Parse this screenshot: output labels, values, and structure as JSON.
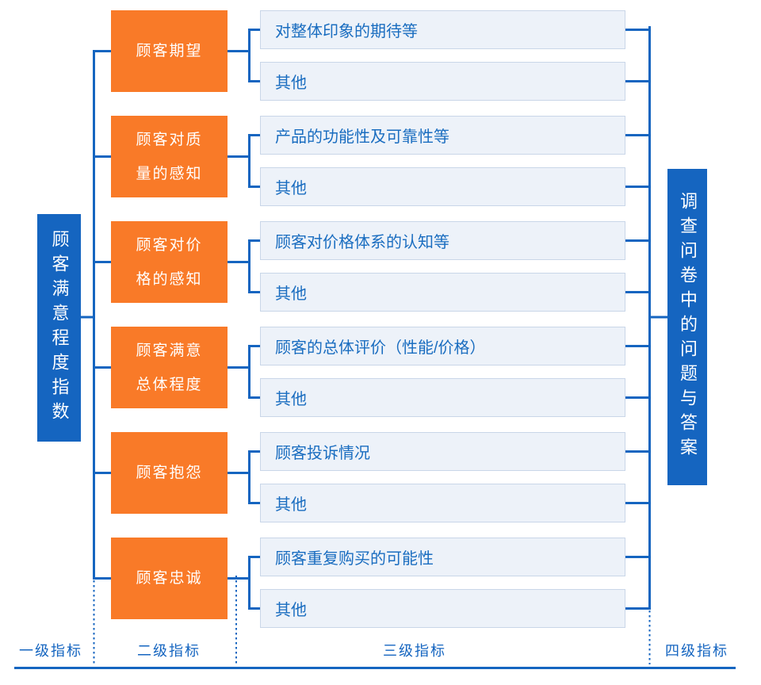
{
  "diagram": {
    "level1": {
      "label": "顾客满意程度指数"
    },
    "level4": {
      "label": "调查问卷中的问题与答案"
    },
    "groups": [
      {
        "level2": "顾客期望",
        "items": [
          "对整体印象的期待等",
          "其他"
        ]
      },
      {
        "level2": "顾客对质\n量的感知",
        "items": [
          "产品的功能性及可靠性等",
          "其他"
        ]
      },
      {
        "level2": "顾客对价\n格的感知",
        "items": [
          "顾客对价格体系的认知等",
          "其他"
        ]
      },
      {
        "level2": "顾客满意\n总体程度",
        "items": [
          "顾客的总体评价（性能/价格）",
          "其他"
        ]
      },
      {
        "level2": "顾客抱怨",
        "items": [
          "顾客投诉情况",
          "其他"
        ]
      },
      {
        "level2": "顾客忠诚",
        "items": [
          "顾客重复购买的可能性",
          "其他"
        ]
      }
    ],
    "axis_labels": [
      "一级指标",
      "二级指标",
      "三级指标",
      "四级指标"
    ],
    "colors": {
      "primary_blue": "#1565c0",
      "accent_orange": "#f97a28",
      "light_box_fill": "#edf2f9",
      "light_box_border": "#c9d6e8",
      "light_box_text": "#1a6dc0"
    }
  }
}
